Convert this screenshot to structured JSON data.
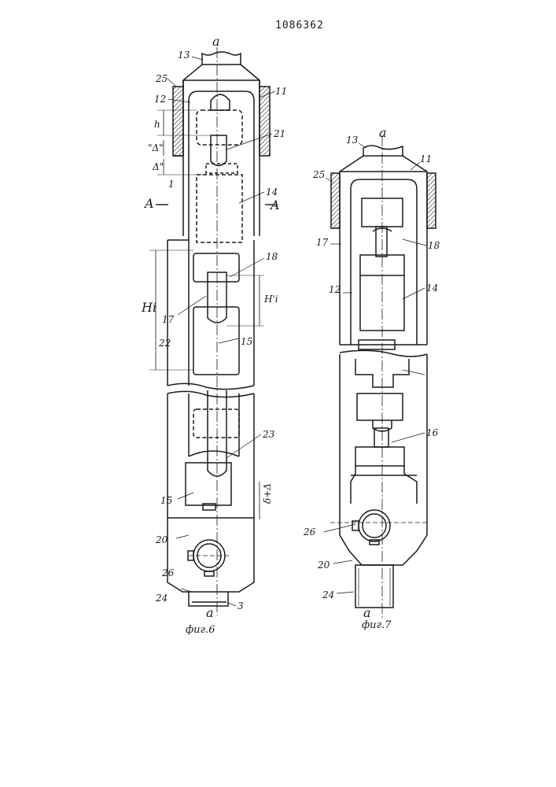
{
  "document": {
    "patent_number": "1086362"
  },
  "figure6": {
    "caption": "фиг.6",
    "axis_top": "a",
    "axis_bottom": "a",
    "section_left": "A",
    "section_right": "A",
    "labels": {
      "l13": "13",
      "l25": "25",
      "l12": "12",
      "l11": "11",
      "lh": "h",
      "ld1": "\"Δ\"",
      "ld2": "Δ\"",
      "l21": "21",
      "l1": "1",
      "l14": "14",
      "l18": "18",
      "lH": "Hi",
      "lHp": "H'i",
      "l17": "17",
      "l22": "22",
      "l15a": "15",
      "l23": "23",
      "lgap": "δ+Δ",
      "l15b": "15",
      "l20": "20",
      "l26": "26",
      "l24": "24",
      "l3": "3"
    }
  },
  "figure7": {
    "caption": "фиг.7",
    "axis_top": "a",
    "axis_bottom": "a",
    "labels": {
      "l13": "13",
      "l11": "11",
      "l25": "25",
      "l17": "17",
      "l18": "18",
      "l12": "12",
      "l14": "14",
      "l16": "16",
      "l26": "26",
      "l20": "20",
      "l24": "24"
    }
  }
}
